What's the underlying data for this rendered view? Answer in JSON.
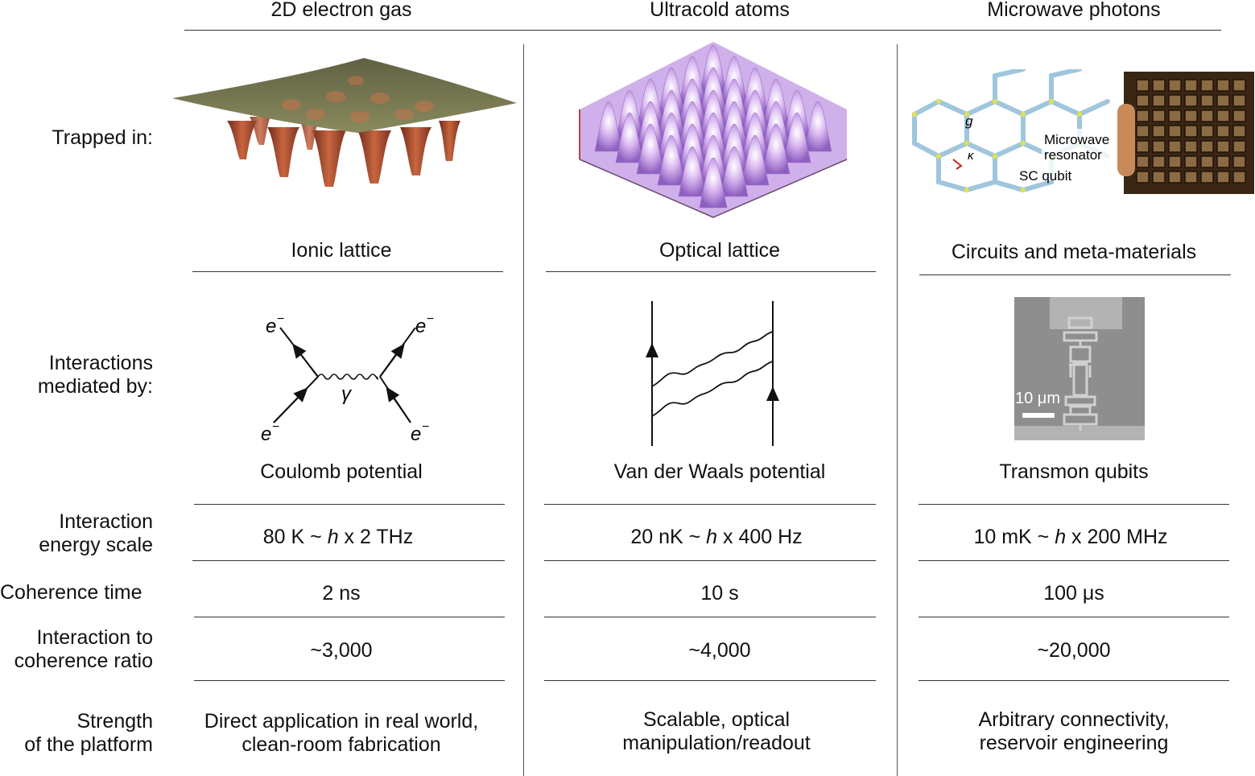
{
  "columns": [
    {
      "header": "2D electron gas",
      "lattice": "Ionic lattice",
      "potential": "Coulomb potential",
      "energy": {
        "pre": "80 K ~ ",
        "h": "h",
        "post": " x 2 THz"
      },
      "coherence": "2 ns",
      "ratio": "~3,000",
      "strength": [
        "Direct application in real world,",
        "clean-room fabrication"
      ],
      "diagram_labels": {
        "e": "e",
        "minus": "−",
        "gamma": "γ"
      }
    },
    {
      "header": "Ultracold atoms",
      "lattice": "Optical lattice",
      "potential": "Van der Waals potential",
      "energy": {
        "pre": "20 nK ~ ",
        "h": "h",
        "post": " x 400 Hz"
      },
      "coherence": "10 s",
      "ratio": "~4,000",
      "strength": [
        "Scalable, optical",
        "manipulation/readout"
      ]
    },
    {
      "header": "Microwave photons",
      "lattice": "Circuits and meta-materials",
      "potential": "Transmon qubits",
      "energy": {
        "pre": "10 mK ~ ",
        "h": "h",
        "post": " x 200 MHz"
      },
      "coherence": "100 μs",
      "ratio": "~20,000",
      "strength": [
        "Arbitrary connectivity,",
        "reservoir engineering"
      ],
      "circuit_labels": {
        "g": "g",
        "kappa": "κ",
        "resonator1": "Microwave",
        "resonator2": "resonator",
        "qubit": "SC qubit"
      },
      "scale_bar": "10 μm"
    }
  ],
  "row_labels": {
    "trapped": "Trapped in:",
    "interactions": [
      "Interactions",
      "mediated by:"
    ],
    "energy": [
      "Interaction",
      "energy scale"
    ],
    "coherence": "Coherence time",
    "ratio": [
      "Interaction to",
      "coherence ratio"
    ],
    "strength": [
      "Strength",
      "of the platform"
    ]
  },
  "colors": {
    "surface_top": "#6d6f4c",
    "surface_wells": "#b2543a",
    "lattice": "#c79fe6",
    "circuit": "#9fc6dc",
    "sem": "#8e8e8e"
  }
}
